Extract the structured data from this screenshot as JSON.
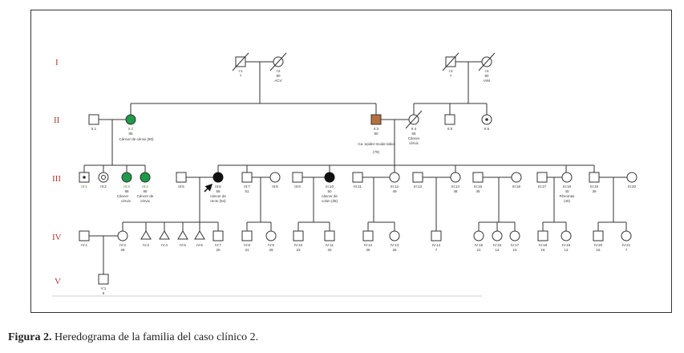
{
  "caption": {
    "label": "Figura 2.",
    "text": "Heredograma de la familia del caso clínico 2."
  },
  "colors": {
    "affected_green": "#1e9a48",
    "affected_black": "#111111",
    "affected_brown": "#b5703e",
    "line": "#333333",
    "generation_label": "#b03a2e"
  },
  "generations": [
    "I",
    "II",
    "III",
    "IV",
    "V"
  ],
  "individuals": {
    "I1": {
      "id": "I:1",
      "age": "?"
    },
    "I2": {
      "id": "I:2",
      "age": "80",
      "note": "ACV"
    },
    "I3": {
      "id": "I:3",
      "age": "?"
    },
    "I4": {
      "id": "I:4",
      "age": "80",
      "note": "IAM"
    },
    "II1": {
      "id": "II:1"
    },
    "II2": {
      "id": "II:2",
      "age": "85",
      "note": "Cáncer de cérvix (50)"
    },
    "II3": {
      "id": "II:3",
      "age": "80",
      "note": "Ca. epider-moide labio",
      "note2": "(79)"
    },
    "II4": {
      "id": "II:4",
      "age": "55",
      "note": "Cáncer",
      "note2": "cérvix"
    },
    "II5": {
      "id": "II:5"
    },
    "II6": {
      "id": "II:6"
    },
    "III1": {
      "id": "III:1"
    },
    "III2": {
      "id": "III:2"
    },
    "III3": {
      "id": "III:3",
      "age": "88",
      "note": "Cáncer",
      "note2": "cérvix"
    },
    "III4": {
      "id": "III:4",
      "age": "86",
      "note": "Cáncer de",
      "note2": "cérvix"
    },
    "III5": {
      "id": "III:5"
    },
    "III6": {
      "id": "III:6",
      "age": "56",
      "note": "cáncer de",
      "note2": "recto (54)"
    },
    "III7": {
      "id": "III:7",
      "age": "51"
    },
    "III8": {
      "id": "III:8"
    },
    "III9": {
      "id": "III:9"
    },
    "III10": {
      "id": "III:10",
      "age": "50",
      "note": "cáncer de",
      "note2": "colon (35)"
    },
    "III11": {
      "id": "III:11"
    },
    "III12": {
      "id": "III:12",
      "age": "49"
    },
    "III13": {
      "id": "III:13"
    },
    "III14": {
      "id": "III:14",
      "age": "48"
    },
    "III15": {
      "id": "III:15",
      "age": "45"
    },
    "III16": {
      "id": "III:16"
    },
    "III17": {
      "id": "III:17"
    },
    "III18": {
      "id": "III:18",
      "age": "40",
      "note": "Fibromas",
      "note2": "(40)"
    },
    "III19": {
      "id": "III:19",
      "age": "39"
    },
    "III20": {
      "id": "III:20"
    },
    "IV1": {
      "id": "IV:1"
    },
    "IV2": {
      "id": "IV:2",
      "age": "29"
    },
    "IV3": {
      "id": "IV:3"
    },
    "IV4": {
      "id": "IV:4"
    },
    "IV5": {
      "id": "IV:5"
    },
    "IV6": {
      "id": "IV:6"
    },
    "IV7": {
      "id": "IV:7",
      "age": "20"
    },
    "IV8": {
      "id": "IV:8",
      "age": "31"
    },
    "IV9": {
      "id": "IV:9",
      "age": "29"
    },
    "IV10": {
      "id": "IV:10",
      "age": "23"
    },
    "IV11": {
      "id": "IV:11",
      "age": "20"
    },
    "IV12": {
      "id": "IV:12",
      "age": "25"
    },
    "IV13": {
      "id": "IV:13",
      "age": "26"
    },
    "IV14": {
      "id": "IV:14",
      "age": "7"
    },
    "IV15": {
      "id": "IV:15",
      "age": "21"
    },
    "IV16": {
      "id": "IV:16",
      "age": "14"
    },
    "IV17": {
      "id": "IV:17",
      "age": "10"
    },
    "IV18": {
      "id": "IV:18",
      "age": "15"
    },
    "IV19": {
      "id": "IV:19",
      "age": "13"
    },
    "IV20": {
      "id": "IV:20",
      "age": "16"
    },
    "IV21": {
      "id": "IV:21",
      "age": "7"
    },
    "V1": {
      "id": "V:1",
      "age": "5"
    }
  }
}
